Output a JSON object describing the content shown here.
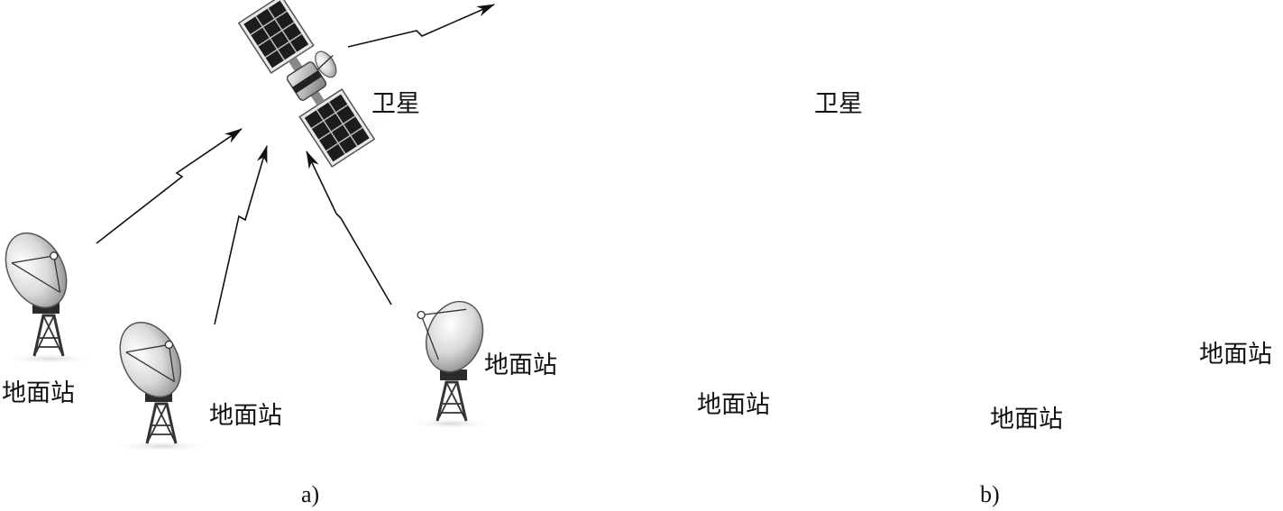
{
  "panel_a": {
    "satellite_label": "卫星",
    "station_labels": [
      "地面站",
      "地面站",
      "地面站"
    ],
    "caption": "a)"
  },
  "panel_b": {
    "satellite_label": "卫星",
    "station_labels": [
      "地面站",
      "地面站",
      "地面站"
    ],
    "caption": "b)"
  },
  "colors": {
    "ink": "#111111",
    "panel_dark": "#1a1a1a",
    "metal_light": "#e6e6e6",
    "metal_mid": "#9a9a9a"
  }
}
